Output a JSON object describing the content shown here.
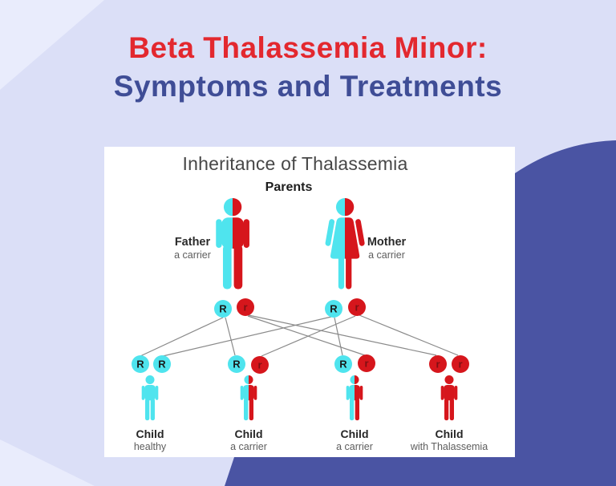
{
  "poster": {
    "title_line1": "Beta Thalassemia Minor:",
    "title_line2": "Symptoms and Treatments"
  },
  "colors": {
    "bg": "#dbdff7",
    "corner": "#e9ecfc",
    "blob": "#4a54a3",
    "title-red": "#e3282f",
    "title-navy": "#3f4d96",
    "cyan": "#4fe4ee",
    "red": "#d6161c",
    "line-gray": "#8a8a8a"
  },
  "diagram": {
    "title": "Inheritance of Thalassemia",
    "parents_label": "Parents",
    "parents": [
      {
        "name": "Father",
        "status": "a carrier",
        "alleles": [
          "R",
          "r"
        ]
      },
      {
        "name": "Mother",
        "status": "a carrier",
        "alleles": [
          "R",
          "r"
        ]
      }
    ],
    "children": [
      {
        "name": "Child",
        "status": "healthy",
        "alleles": [
          "R",
          "R"
        ]
      },
      {
        "name": "Child",
        "status": "a carrier",
        "alleles": [
          "R",
          "r"
        ]
      },
      {
        "name": "Child",
        "status": "a carrier",
        "alleles": [
          "R",
          "r"
        ]
      },
      {
        "name": "Child",
        "status": "with Thalassemia",
        "alleles": [
          "r",
          "r"
        ]
      }
    ]
  }
}
